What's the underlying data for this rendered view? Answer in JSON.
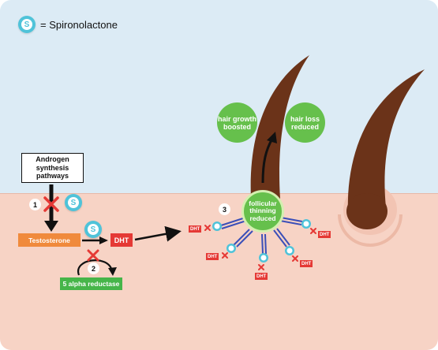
{
  "legend": {
    "badge_letter": "S",
    "text": "= Spironolactone"
  },
  "boxes": {
    "androgen": "Androgen synthesis pathways",
    "testosterone": "Testosterone",
    "dht": "DHT",
    "reductase": "5 alpha reductase"
  },
  "steps": [
    "1",
    "2",
    "3"
  ],
  "receptor_dht_label": "DHT",
  "bubbles": {
    "growth": "hair growth boosted",
    "loss": "hair loss reduced",
    "thinning": "follicular thinning reduced"
  },
  "colors": {
    "sky": "#dcebf5",
    "skin": "#f7d3c5",
    "spironolactone": "#4fc3d9",
    "dht": "#e53935",
    "testosterone": "#f08a3c",
    "reductase": "#46b549",
    "bubble": "#66c04c",
    "hair": "#6b3319",
    "receptor": "#3b4fb8"
  }
}
